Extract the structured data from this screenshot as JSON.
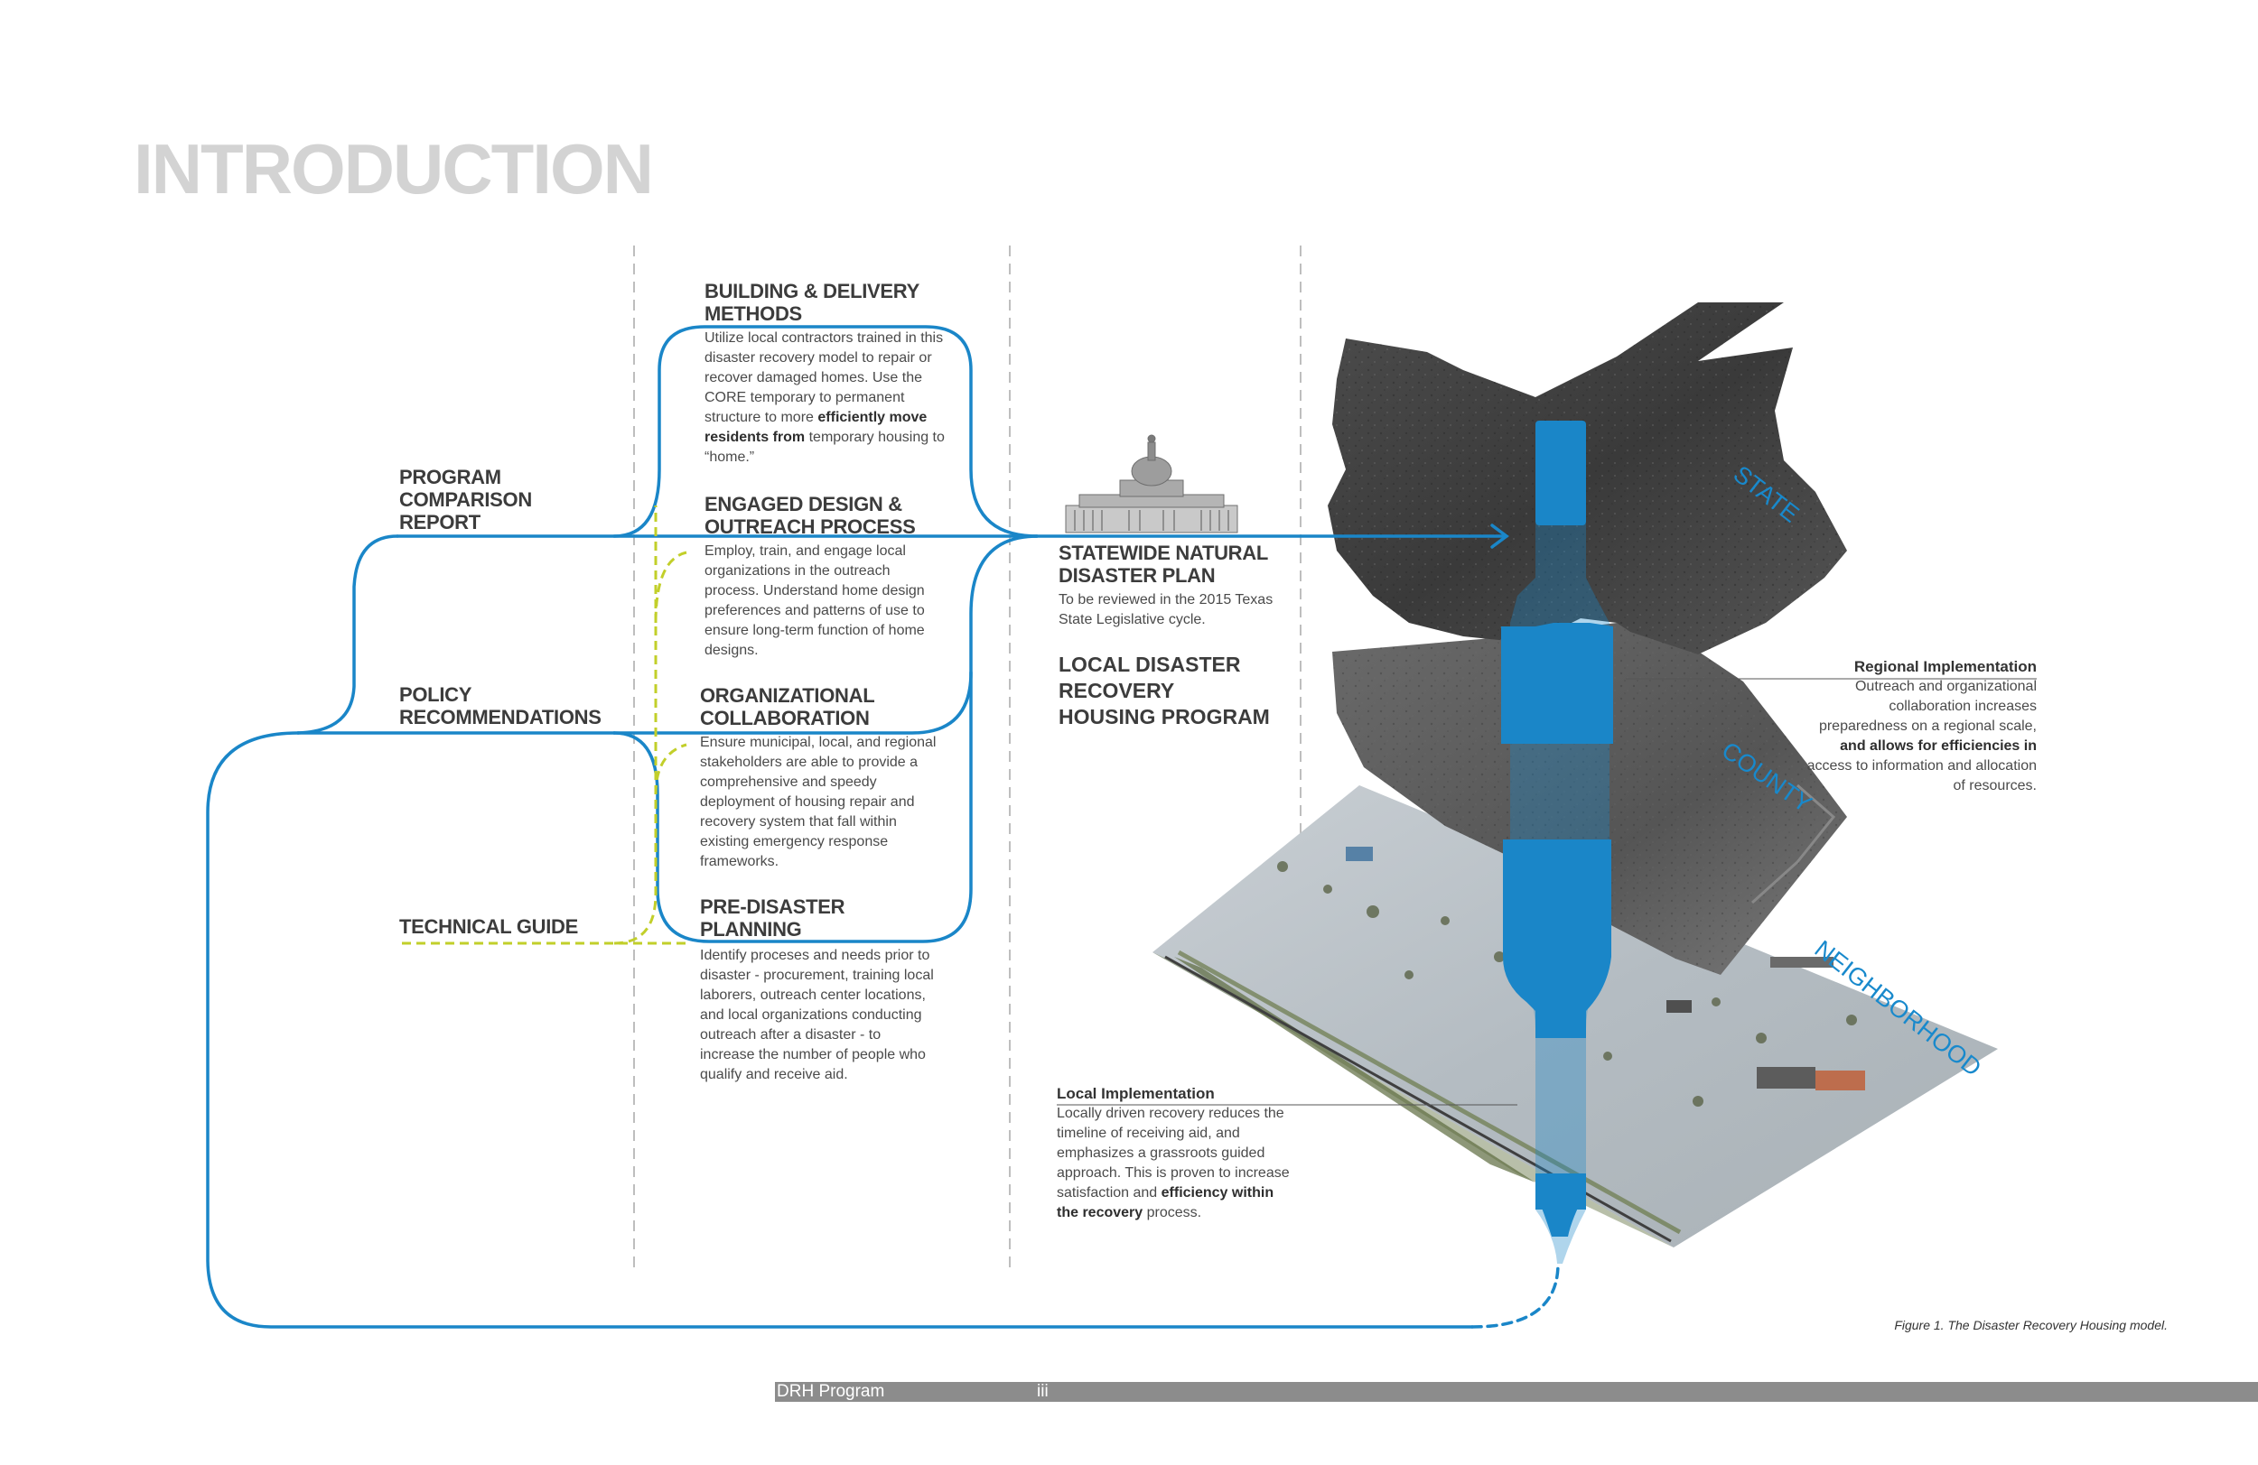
{
  "page": {
    "title": "INTRODUCTION",
    "caption": "Figure 1. The Disaster Recovery Housing model.",
    "footer": {
      "program": "DRH Program",
      "page_number": "iii"
    }
  },
  "left_labels": {
    "program_comparison": "PROGRAM COMPARISON REPORT",
    "policy": "POLICY RECOMMENDATIONS",
    "technical": "TECHNICAL GUIDE"
  },
  "methods": [
    {
      "title": "BUILDING & DELIVERY METHODS",
      "body": "Utilize local contractors trained in this disaster recovery model to repair or recover damaged homes. Use the CORE temporary to permanent structure to more",
      "bold": "efficiently move residents from",
      "tail": "temporary housing to “home.”"
    },
    {
      "title": "ENGAGED DESIGN & OUTREACH PROCESS",
      "body": "Employ, train, and engage local organizations in the outreach process. Understand home design preferences and patterns of use to ensure long-term function of home designs."
    },
    {
      "title": "ORGANIZATIONAL COLLABORATION",
      "body": "Ensure municipal, local, and regional stakeholders are able to provide a comprehensive and speedy deployment of housing repair and recovery system that fall within existing emergency response frameworks."
    },
    {
      "title": "PRE-DISASTER PLANNING",
      "body": "Identify proceses and needs prior to disaster - procurement, training local laborers, outreach center locations, and local organizations conducting outreach after a disaster - to increase the number of people who qualify and receive aid."
    }
  ],
  "plan": {
    "statewide_title": "STATEWIDE NATURAL DISASTER PLAN",
    "statewide_body": "To be reviewed in the 2015 Texas State Legislative cycle.",
    "local_title": "LOCAL DISASTER RECOVERY HOUSING PROGRAM"
  },
  "layers": {
    "state": "STATE",
    "county": "COUNTY",
    "neighborhood": "NEIGHBORHOOD"
  },
  "regional_callout": {
    "title": "Regional Implementation",
    "body": "Outreach and organizational collaboration increases preparedness on a regional scale,",
    "bold": "and allows for efficiencies in",
    "tail": "access to information and allocation of resources."
  },
  "local_callout": {
    "title": "Local Implementation",
    "body": "Locally driven recovery reduces the timeline of receiving aid, and emphasizes a grassroots guided approach. This is proven to increase satisfaction and",
    "bold": "efficiency within the recovery",
    "tail": "process."
  },
  "colors": {
    "flow_blue": "#1a86c8",
    "guide_green": "#c2cf2a",
    "title_gray": "#d3d3d3",
    "footer_gray": "#8c8c8c"
  }
}
